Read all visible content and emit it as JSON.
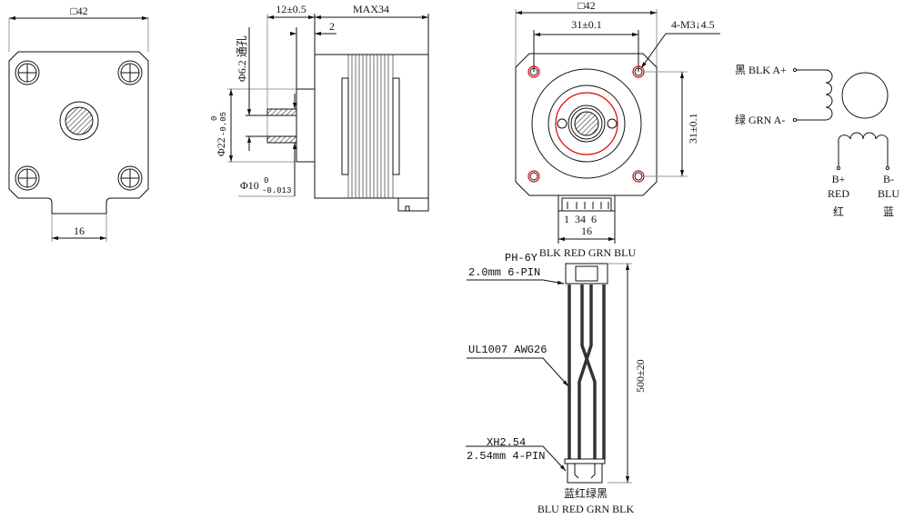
{
  "left_view": {
    "size_label": "□42",
    "tab_width_label": "16"
  },
  "side_view": {
    "shaft_length_label": "12±0.5",
    "body_length_label": "MAX34",
    "flange_thickness_label": "2",
    "hole_label": "Φ6.2 通孔",
    "boss_dia_label": "Φ22",
    "boss_tol_upper": "0",
    "boss_tol_lower": "-0.05",
    "shaft_dia_label": "Φ10",
    "shaft_tol_upper": "0",
    "shaft_tol_lower": "-0.013"
  },
  "front_view": {
    "size_label": "□42",
    "hole_spacing_h_label": "31±0.1",
    "hole_spacing_v_label": "31±0.1",
    "thread_label": "4-M3↓4.5",
    "pin_numbers_label": "1  34  6",
    "connector_width_label": "16"
  },
  "cable": {
    "top_colors": "BLK RED GRN BLU",
    "top_connector_name": "PH-6Y",
    "top_connector_spec": "2.0mm 6-PIN",
    "wire_spec": "UL1007 AWG26",
    "length_label": "500±20",
    "bottom_connector_name": "XH2.54",
    "bottom_connector_spec": "2.54mm 4-PIN",
    "bottom_colors_cn": "蓝红绿黑",
    "bottom_colors": "BLU RED GRN BLK"
  },
  "schematic": {
    "a_plus": "黑 BLK A+",
    "a_minus": "绿 GRN A-",
    "b_plus": "B+",
    "b_plus_color": "RED",
    "b_plus_cn": "红",
    "b_minus": "B-",
    "b_minus_color": "BLU",
    "b_minus_cn": "蓝"
  },
  "colors": {
    "line": "#111111",
    "highlight": "#dd0000"
  }
}
